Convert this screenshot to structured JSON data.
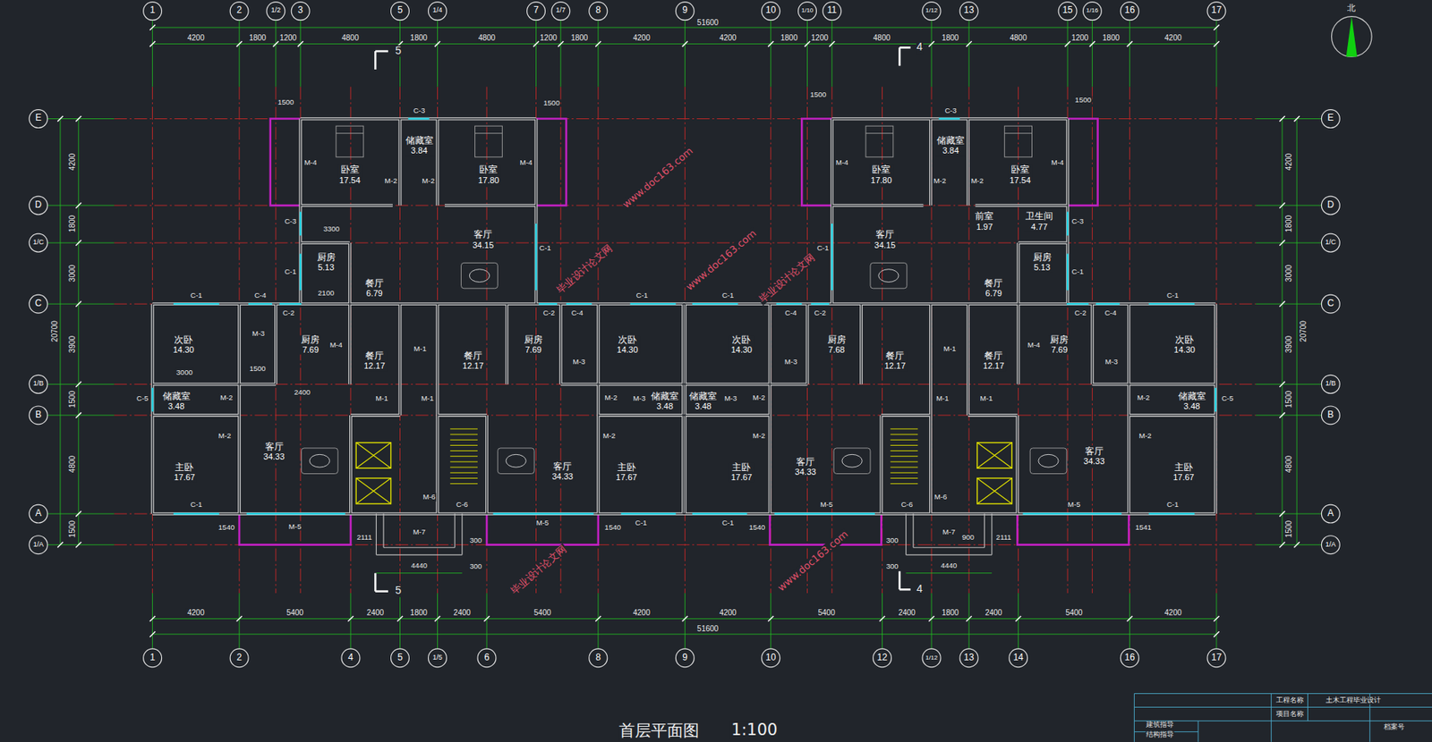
{
  "diagram": {
    "title": "首层平面图",
    "nodes": [
      {
        "text": [
          "卧室",
          "17.54"
        ]
      },
      {
        "text": [
          "储藏室",
          "3.84"
        ]
      },
      {
        "text": [
          "卧室",
          "17.80"
        ]
      },
      {
        "text": [
          "卧室",
          "17.80"
        ]
      },
      {
        "text": [
          "储藏室",
          "3.84"
        ]
      },
      {
        "text": [
          "卧室",
          "17.54"
        ]
      },
      {
        "text": [
          "前室",
          "1.97"
        ]
      },
      {
        "text": [
          "卫生间",
          "4.77"
        ]
      },
      {
        "text": [
          "客厅",
          "34.15"
        ]
      },
      {
        "text": [
          "客厅",
          "34.15"
        ]
      },
      {
        "text": [
          "厨房",
          "5.13"
        ]
      },
      {
        "text": [
          "餐厅",
          "6.79"
        ]
      },
      {
        "text": [
          "餐厅",
          "6.79"
        ]
      },
      {
        "text": [
          "厨房",
          "5.13"
        ]
      },
      {
        "text": [
          "次卧",
          "14.30"
        ]
      },
      {
        "text": [
          "厨房",
          "7.69"
        ]
      },
      {
        "text": [
          "餐厅",
          "12.17"
        ]
      },
      {
        "text": [
          "餐厅",
          "12.17"
        ]
      },
      {
        "text": [
          "厨房",
          "7.69"
        ]
      },
      {
        "text": [
          "次卧",
          "14.30"
        ]
      },
      {
        "text": [
          "次卧",
          "14.30"
        ]
      },
      {
        "text": [
          "厨房",
          "7.68"
        ]
      },
      {
        "text": [
          "餐厅",
          "12.17"
        ]
      },
      {
        "text": [
          "餐厅",
          "12.17"
        ]
      },
      {
        "text": [
          "厨房",
          "7.69"
        ]
      },
      {
        "text": [
          "次卧",
          "14.30"
        ]
      },
      {
        "text": [
          "储藏室",
          "3.48"
        ]
      },
      {
        "text": [
          "储藏室",
          "3.48"
        ]
      },
      {
        "text": [
          "储藏室",
          "3.48"
        ]
      },
      {
        "text": [
          "储藏室",
          "3.48"
        ]
      },
      {
        "text": [
          "主卧",
          "17.67"
        ]
      },
      {
        "text": [
          "客厅",
          "34.33"
        ]
      },
      {
        "text": [
          "客厅",
          "34.33"
        ]
      },
      {
        "text": [
          "主卧",
          "17.67"
        ]
      },
      {
        "text": [
          "主卧",
          "17.67"
        ]
      },
      {
        "text": [
          "客厅",
          "34.33"
        ]
      },
      {
        "text": [
          "客厅",
          "34.33"
        ]
      },
      {
        "text": [
          "主卧",
          "17.67"
        ]
      }
    ],
    "labels": [
      "1",
      "2",
      "1/2",
      "3",
      "5",
      "1/4",
      "7",
      "1/7",
      "8",
      "9",
      "10",
      "1/10",
      "11",
      "1/12",
      "13",
      "15",
      "1/16",
      "16",
      "17",
      "1",
      "2",
      "4",
      "5",
      "1/5",
      "6",
      "8",
      "9",
      "10",
      "12",
      "1/12",
      "13",
      "14",
      "16",
      "17",
      "E",
      "D",
      "1/C",
      "C",
      "1/B",
      "B",
      "A",
      "1/A",
      "E",
      "D",
      "1/C",
      "C",
      "1/B",
      "B",
      "A",
      "1/A",
      "4200",
      "1800",
      "1200",
      "4800",
      "1800",
      "4800",
      "1200",
      "1800",
      "4200",
      "4200",
      "1800",
      "1200",
      "4800",
      "1800",
      "4800",
      "1200",
      "1800",
      "4200",
      "51600",
      "4200",
      "5400",
      "2400",
      "1800",
      "2400",
      "5400",
      "4200",
      "4200",
      "5400",
      "2400",
      "1800",
      "2400",
      "5400",
      "4200",
      "51600",
      "4200",
      "1800",
      "3000",
      "3900",
      "1500",
      "4800",
      "1500",
      "20700",
      "4200",
      "1800",
      "3000",
      "3900",
      "1500",
      "4800",
      "1500",
      "20700",
      "1500",
      "1500",
      "1500",
      "1500",
      "C-3",
      "C-3",
      "M-4",
      "M-4",
      "M-4",
      "M-4",
      "M-2",
      "M-2",
      "M-2",
      "M-2",
      "C-3",
      "C-3",
      "3300",
      "C-1",
      "C-1",
      "C-1",
      "C-1",
      "2100",
      "C-1",
      "C-4",
      "C-2",
      "C-2",
      "C-4",
      "C-1",
      "C-1",
      "C-4",
      "C-2",
      "C-2",
      "C-4",
      "C-1",
      "M-3",
      "M-4",
      "M-4",
      "M-1",
      "M-1",
      "M-3",
      "M-3",
      "M-3",
      "3000",
      "1500",
      "2400",
      "C-5",
      "C-5",
      "M-2",
      "M-2",
      "M-2",
      "M-2",
      "M-3",
      "M-3",
      "M-1",
      "M-1",
      "M-1",
      "M-1",
      "M-2",
      "M-2",
      "M-2",
      "M-2",
      "C-1",
      "M-6",
      "C-6",
      "M-5",
      "C-6",
      "M-6",
      "M-5",
      "C-1",
      "M-5",
      "M-5",
      "C-1",
      "C-1",
      "1540",
      "1540",
      "1540",
      "1541",
      "2111",
      "2111",
      "M-7",
      "M-7",
      "300",
      "300",
      "300",
      "300",
      "900",
      "4440",
      "4440",
      "5",
      "5",
      "4",
      "4",
      "北",
      "1:100",
      "www.doc163.com",
      "毕业设计论文网",
      "www.doc163.com",
      "毕业设计论文网",
      "毕业设计论文网",
      "www.doc163.com",
      "工程名称",
      "土木工程毕业设计",
      "项目名称",
      "建筑指导",
      "结构指导",
      "档案号"
    ]
  }
}
